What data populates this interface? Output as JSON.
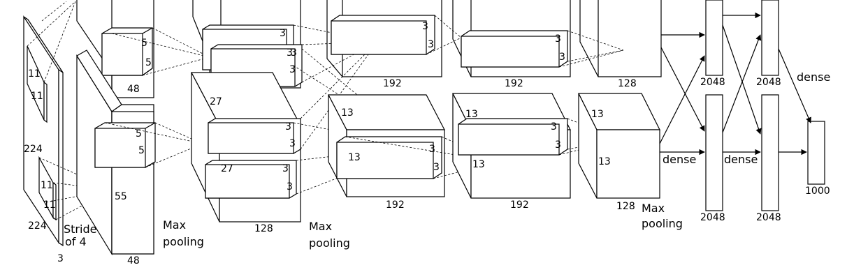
{
  "labels": {
    "input_h": "224",
    "input_w": "224",
    "input_d": "3",
    "k11a": "11",
    "k11b": "11",
    "k11c": "11",
    "k11d": "11",
    "stride": [
      "Stride",
      "of 4"
    ],
    "conv1_side": "55",
    "conv1_side2": "55",
    "conv1_depth_top": "48",
    "conv1_depth_bot": "48",
    "k5": [
      "5",
      "5",
      "5",
      "5"
    ],
    "maxpool1": [
      "Max",
      "pooling"
    ],
    "conv2_side": "27",
    "conv2_side2": "27",
    "conv2_depth_top": "128",
    "conv2_depth_bot": "128",
    "k3_conv2": [
      "3",
      "3",
      "3",
      "3",
      "3",
      "3",
      "3"
    ],
    "maxpool2": [
      "Max",
      "pooling"
    ],
    "conv3_side": "13",
    "conv3_side2": "13",
    "conv3_depth_top": "192",
    "conv3_depth_bot": "192",
    "k3_conv3": [
      "3",
      "3",
      "3",
      "3"
    ],
    "conv4_side": "13",
    "conv4_side2": "13",
    "conv4_depth_top": "192",
    "conv4_depth_bot": "192",
    "k3_conv4": [
      "3",
      "3",
      "3",
      "3"
    ],
    "conv5_side": "13",
    "conv5_side2": "13",
    "conv5_depth_top": "128",
    "conv5_depth_bot": "128",
    "maxpool3": [
      "Max",
      "pooling"
    ],
    "fc6_top": "2048",
    "fc6_bot": "2048",
    "fc7_top": "2048",
    "fc7_bot": "2048",
    "output": "1000",
    "dense1": "dense",
    "dense2": "dense",
    "dense3": "dense"
  }
}
